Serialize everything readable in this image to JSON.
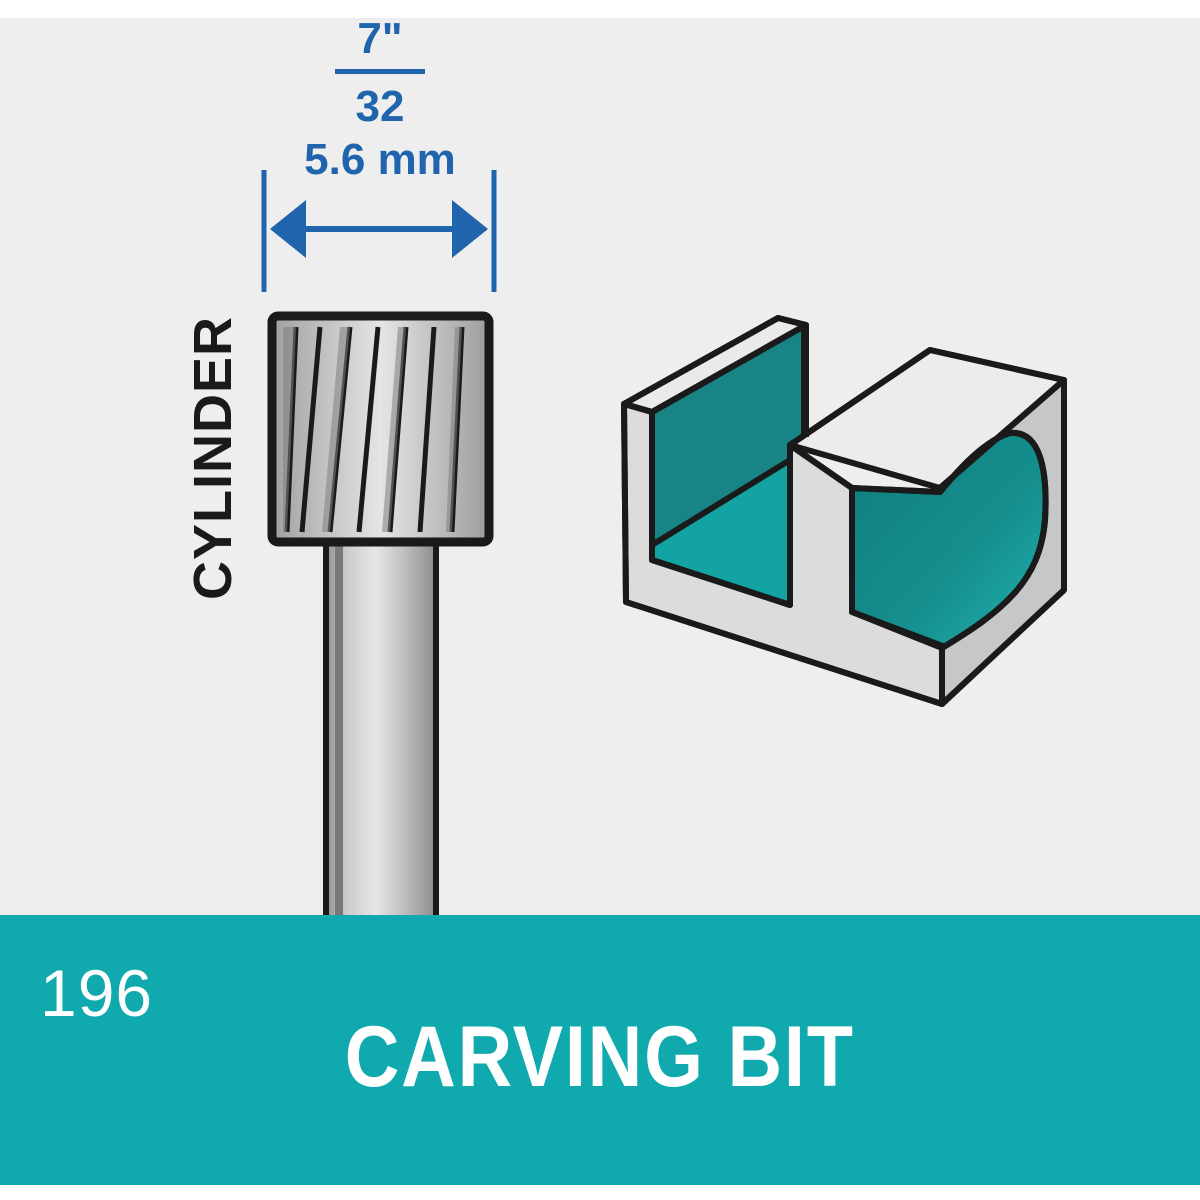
{
  "dimension": {
    "fraction_numerator": "7\"",
    "fraction_denominator": "32",
    "metric": "5.6 mm"
  },
  "bit_shape_label": "CYLINDER",
  "product": {
    "number": "196",
    "name": "CARVING BIT"
  },
  "colors": {
    "background": "#efeeef",
    "accent_blue": "#1f64ad",
    "teal_band": "#10a9ad",
    "teal_face_light": "#14a3a3",
    "teal_face_dark": "#188485",
    "outline": "#1a1a1a",
    "text_white": "#ffffff"
  },
  "icons": [
    "dimension-arrow-icon",
    "carving-bit-icon",
    "u-channel-cut-icon"
  ]
}
